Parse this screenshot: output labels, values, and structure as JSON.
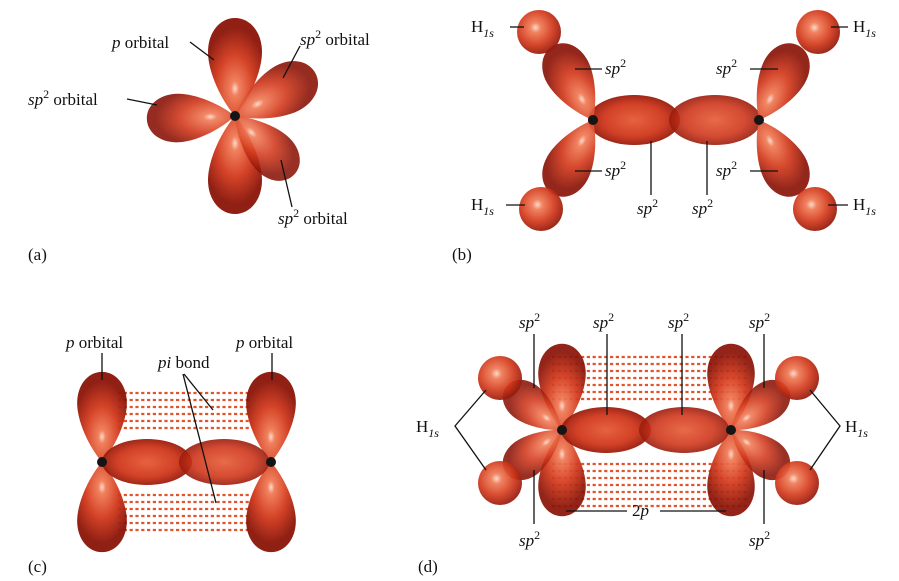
{
  "panels": {
    "a": {
      "letter": "(a)",
      "p_label": "p",
      "p_label_suffix": " orbital",
      "sp2_top": {
        "main": "sp",
        "sup": "2",
        "rest": " orbital"
      },
      "sp2_left": {
        "main": "sp",
        "sup": "2",
        "rest": " orbital"
      },
      "sp2_bottom": {
        "main": "sp",
        "sup": "2",
        "rest": " orbital"
      }
    },
    "b": {
      "letter": "(b)",
      "h_label": {
        "main": "H",
        "sub": "1s"
      },
      "sp2": {
        "main": "sp",
        "sup": "2"
      }
    },
    "c": {
      "letter": "(c)",
      "p_left": {
        "main": "p",
        "rest": " orbital"
      },
      "p_right": {
        "main": "p",
        "rest": " orbital"
      },
      "pi_bond": {
        "main": "pi",
        "rest": " bond"
      }
    },
    "d": {
      "letter": "(d)",
      "h_label": {
        "main": "H",
        "sub": "1s"
      },
      "sp2": {
        "main": "sp",
        "sup": "2"
      },
      "two_p": {
        "num": "2",
        "main": "p"
      }
    }
  },
  "colors": {
    "orbital_light": "#f07a55",
    "orbital_mid": "#d2391c",
    "orbital_dark": "#8a1408",
    "nucleus": "#151515",
    "pi_hatch": "#e0552e"
  }
}
